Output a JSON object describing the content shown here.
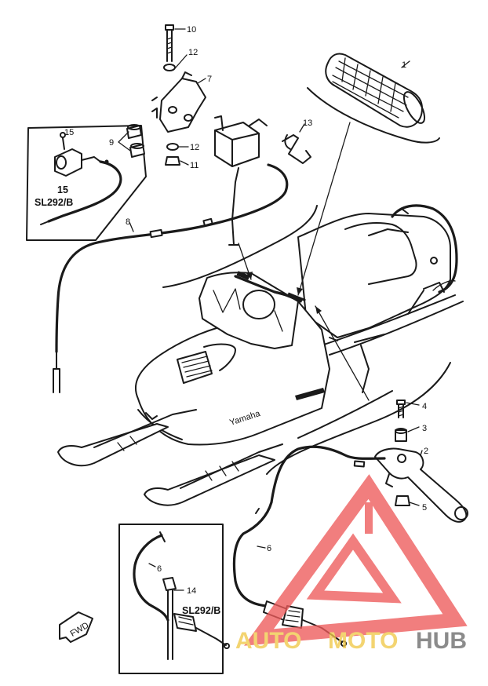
{
  "callouts": {
    "p1": "1",
    "p2": "2",
    "p3": "3",
    "p4": "4",
    "p5": "5",
    "p6a": "6",
    "p6b": "6",
    "p7": "7",
    "p8": "8",
    "p9": "9",
    "p10": "10",
    "p11": "11",
    "p12a": "12",
    "p12b": "12",
    "p13": "13",
    "p14": "14",
    "p15": "15"
  },
  "insets": {
    "top_left": {
      "part_number": "15",
      "model_code": "SL292/B"
    },
    "bottom_left": {
      "part_number": "14",
      "model_code": "SL292/B"
    }
  },
  "direction_marker": "FWD",
  "watermark": {
    "part1": "AUTO",
    "part2": "MOTO",
    "part3": "HUB",
    "colors": {
      "auto": "#f0c94a",
      "moto": "#f0c94a",
      "hub": "#6b6b6b",
      "logo": "#ee5b5b"
    }
  }
}
